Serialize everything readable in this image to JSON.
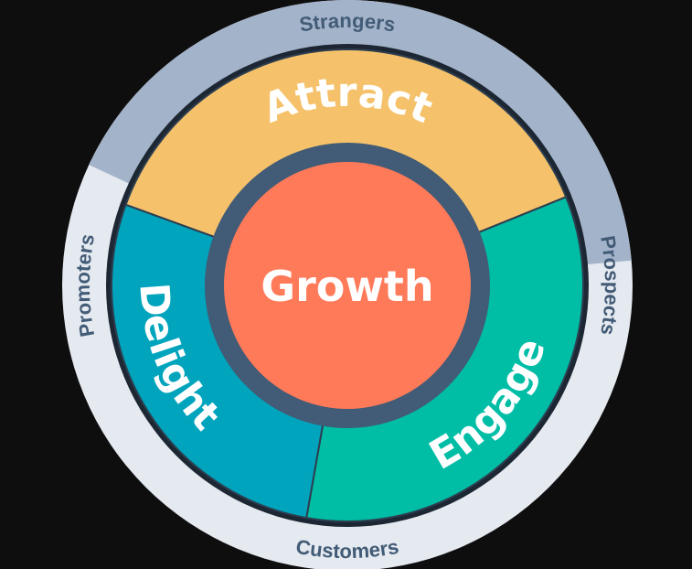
{
  "diagram": {
    "center": {
      "label": "Growth",
      "color": "#ff7a59",
      "ring_color": "#425b76"
    },
    "segments": [
      {
        "label": "Attract",
        "color": "#f5c26b"
      },
      {
        "label": "Engage",
        "color": "#00bda5"
      },
      {
        "label": "Delight",
        "color": "#00a4bd"
      }
    ],
    "outer_ring": {
      "color": "#e5e9f0",
      "accent_color": "#a3b3c9",
      "labels": [
        "Strangers",
        "Prospects",
        "Customers",
        "Promoters"
      ]
    }
  }
}
